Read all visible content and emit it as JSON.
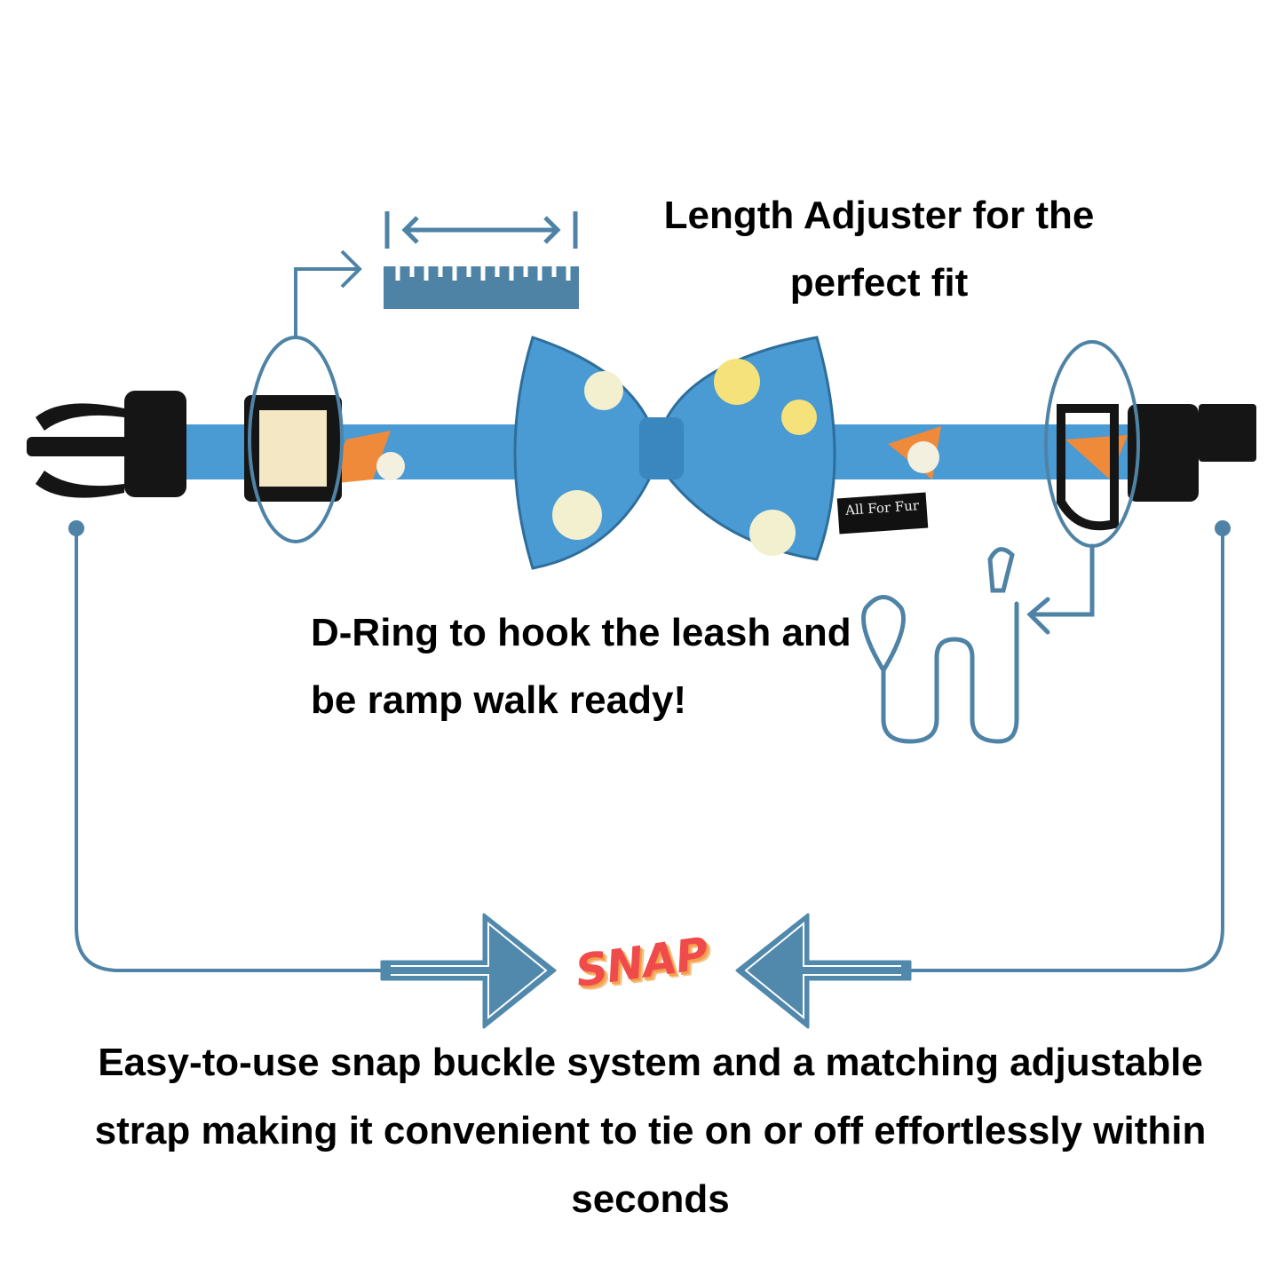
{
  "labels": {
    "length_adjuster": "Length Adjuster for the perfect fit",
    "d_ring": "D-Ring to hook the leash and be ramp walk ready!",
    "snap_word": "SNAP",
    "snap_buckle": "Easy-to-use snap buckle system and a matching adjustable strap making it convenient to tie on or off effortlessly within seconds",
    "brand_tag": "All For Fur"
  },
  "colors": {
    "accent": "#4f83a6",
    "strap": "#4a9ad3",
    "buckle": "#151515",
    "snap": "#ef4b4b"
  }
}
